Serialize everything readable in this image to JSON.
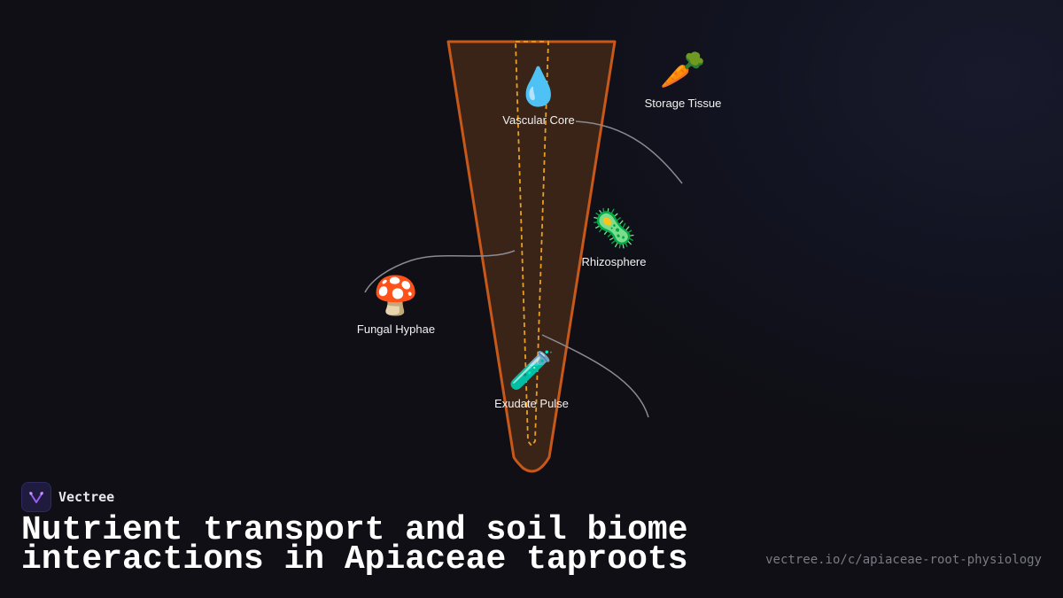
{
  "diagram": {
    "nodes": [
      {
        "id": "vascular",
        "label": "Vascular Core",
        "emoji": "💧",
        "icon": "water-droplet"
      },
      {
        "id": "storage",
        "label": "Storage Tissue",
        "emoji": "🥕",
        "icon": "carrot"
      },
      {
        "id": "rhizosphere",
        "label": "Rhizosphere",
        "emoji": "🦠",
        "icon": "microbe"
      },
      {
        "id": "fungal",
        "label": "Fungal Hyphae",
        "emoji": "🍄",
        "icon": "mushroom"
      },
      {
        "id": "exudate",
        "label": "Exudate Pulse",
        "emoji": "🧪",
        "icon": "test-tube"
      }
    ],
    "colors": {
      "root_fill": "#3a2418",
      "root_stroke": "#c8581a",
      "vascular_dash": "#e8a020",
      "connector": "#8a8a92"
    }
  },
  "brand": {
    "name": "Vectree",
    "logo_icon": "vectree-logo",
    "logo_color": "#9b5cf0"
  },
  "title": {
    "line1": "Nutrient transport and soil biome",
    "line2": "interactions in Apiaceae taproots"
  },
  "url": "vectree.io/c/apiaceae-root-physiology"
}
